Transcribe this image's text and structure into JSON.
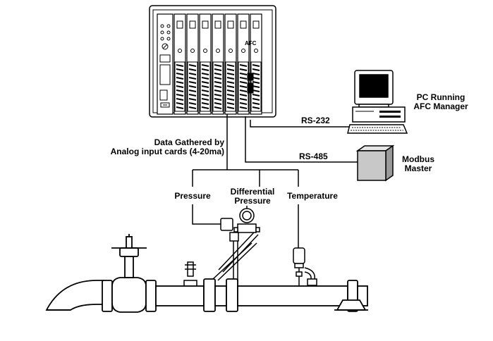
{
  "labels": {
    "data_gathered_line1": "Data Gathered by",
    "data_gathered_line2": "Analog input cards (4-20ma)",
    "rs232": "RS-232",
    "rs485": "RS-485",
    "pc_line1": "PC Running",
    "pc_line2": "AFC Manager",
    "modbus_line1": "Modbus",
    "modbus_line2": "Master",
    "pressure": "Pressure",
    "differential_line1": "Differential",
    "differential_line2": "Pressure",
    "temperature": "Temperature",
    "afc_module": "AFC"
  },
  "colors": {
    "line": "#000000",
    "fill_light": "#ffffff",
    "fill_gray": "#c8c8c8"
  }
}
